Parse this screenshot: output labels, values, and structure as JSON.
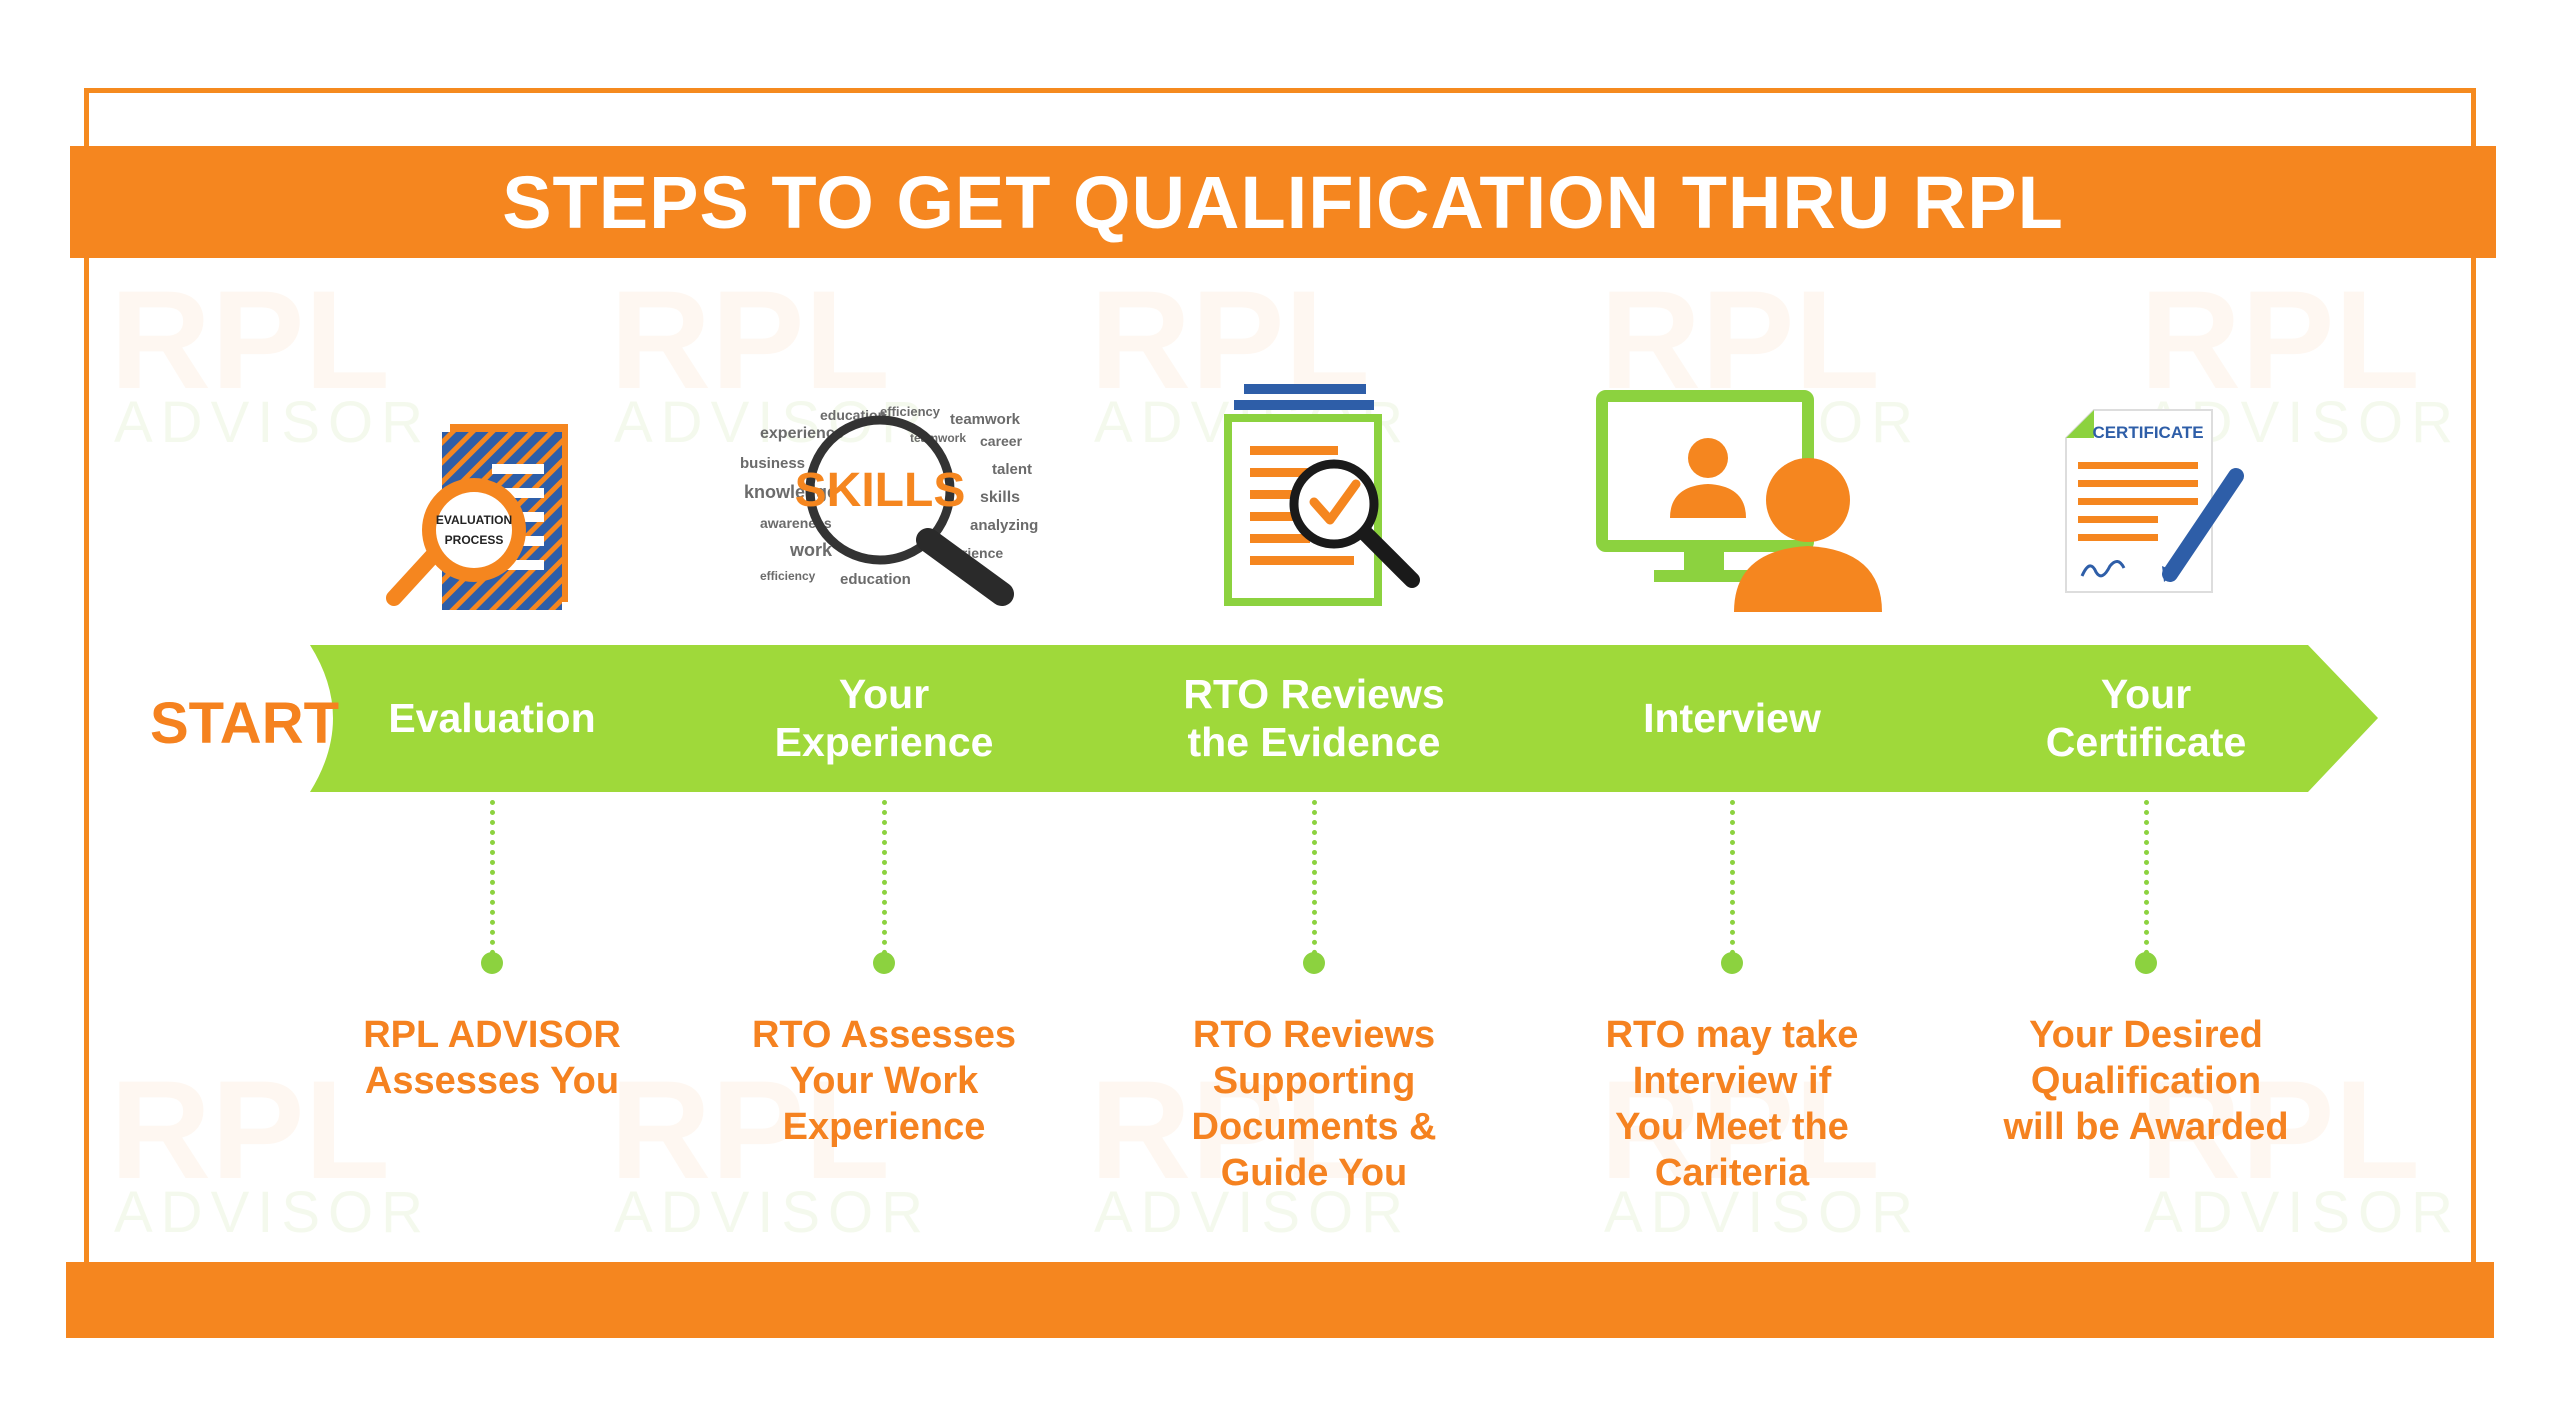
{
  "title": "STEPS TO GET QUALIFICATION THRU RPL",
  "start_label": "START",
  "watermark": {
    "big": "RPL",
    "small": "ADVISOR"
  },
  "icon_text": {
    "evaluation_badge_top": "EVALUATION",
    "evaluation_badge_bottom": "PROCESS",
    "skills": "SKILLS",
    "cloud_words": [
      "experience",
      "education",
      "efficiency",
      "teamwork",
      "career",
      "business",
      "talent",
      "knowledge",
      "skills",
      "awareness",
      "analyzing",
      "work"
    ],
    "certificate": "CERTIFICATE"
  },
  "steps": [
    {
      "label": [
        "Evaluation"
      ],
      "desc": [
        "RPL ADVISOR",
        "Assesses You"
      ],
      "icon": "evaluation-document-magnifier-icon"
    },
    {
      "label": [
        "Your",
        "Experience"
      ],
      "desc": [
        "RTO Assesses",
        "Your Work",
        "Experience"
      ],
      "icon": "skills-word-cloud-magnifier-icon"
    },
    {
      "label": [
        "RTO Reviews",
        "the Evidence"
      ],
      "desc": [
        "RTO Reviews",
        "Supporting",
        "Documents &",
        "Guide You"
      ],
      "icon": "document-checkmark-magnifier-icon"
    },
    {
      "label": [
        "Interview"
      ],
      "desc": [
        "RTO may take",
        "Interview if",
        "You Meet the",
        "Cariteria"
      ],
      "icon": "video-interview-icon"
    },
    {
      "label": [
        "Your",
        "Certificate"
      ],
      "desc": [
        "Your Desired",
        "Qualification",
        "will be Awarded"
      ],
      "icon": "certificate-pen-icon"
    }
  ],
  "colors": {
    "orange": "#f5861f",
    "green": "#9fd93a",
    "blue": "#2e5ea8",
    "white": "#ffffff"
  }
}
